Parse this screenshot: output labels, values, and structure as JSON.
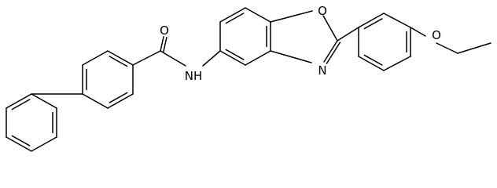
{
  "molecule": {
    "atom_labels": {
      "carbonyl_oxygen": "O",
      "amide_nitrogen": "NH",
      "oxazole_oxygen": "O",
      "oxazole_nitrogen": "N",
      "ether_oxygen": "O"
    }
  },
  "colors": {
    "bond": "#000000",
    "label": "#000000",
    "background": "#ffffff"
  }
}
